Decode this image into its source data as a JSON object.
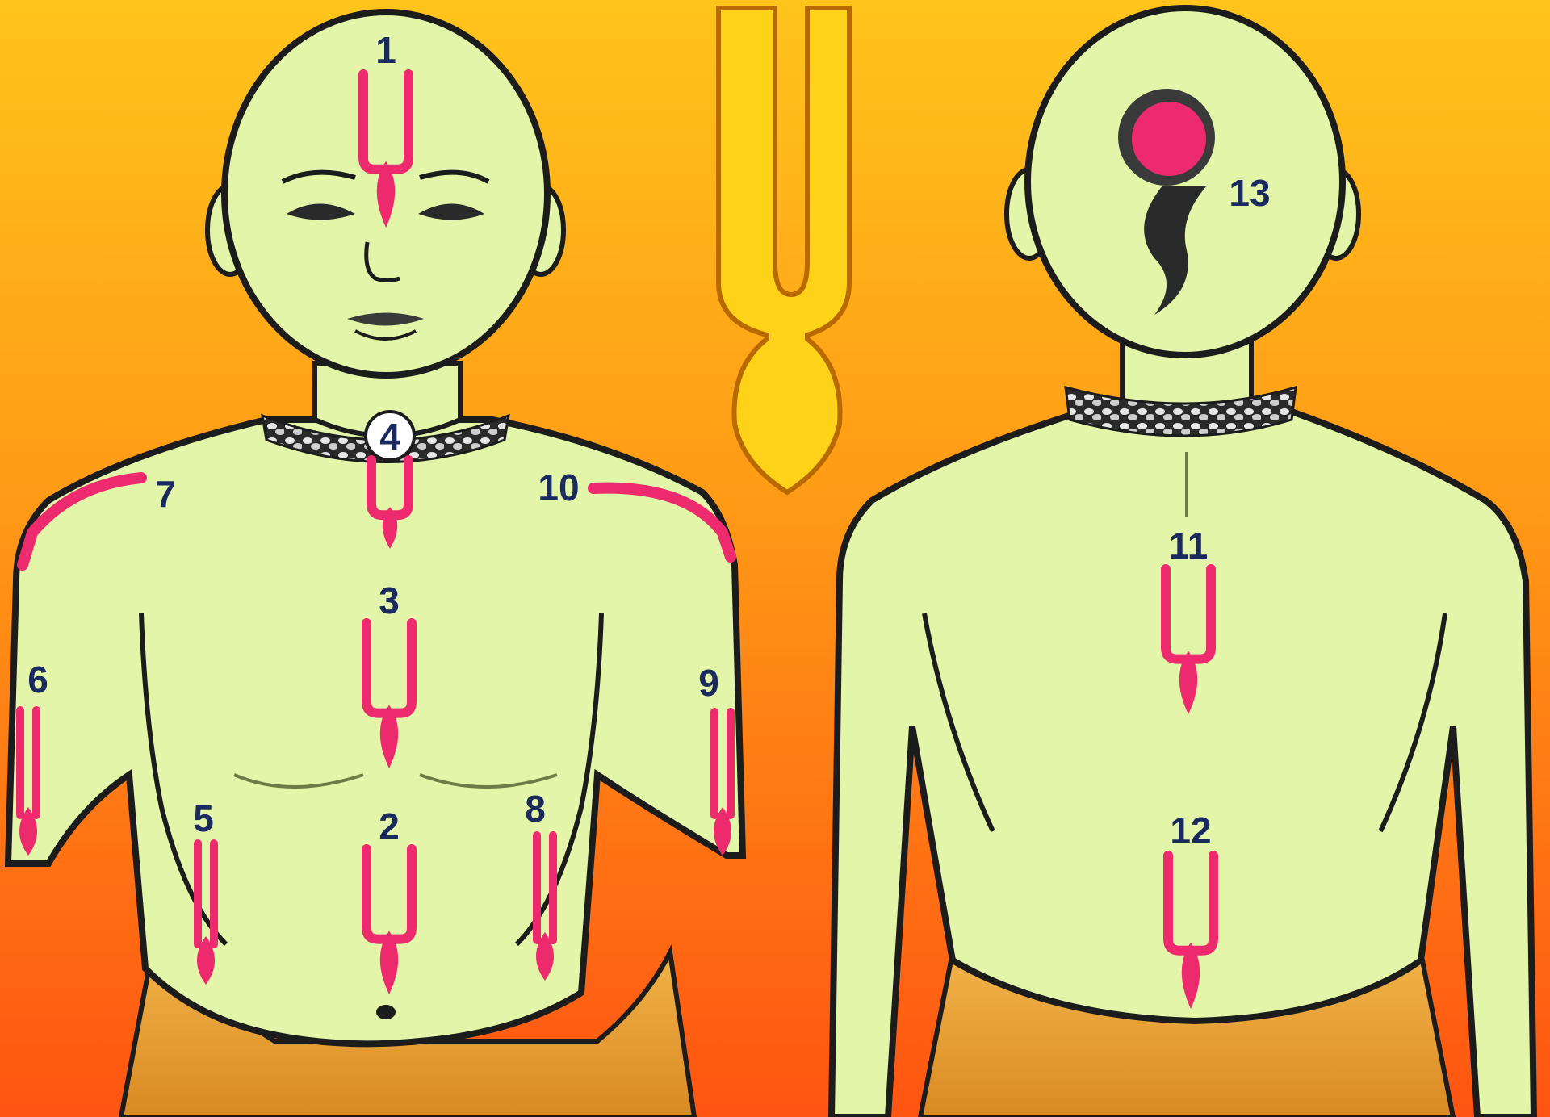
{
  "diagram": {
    "figures": [
      "front-view",
      "back-view"
    ],
    "markers": [
      "1",
      "2",
      "3",
      "4",
      "5",
      "6",
      "7",
      "8",
      "9",
      "10",
      "11",
      "12",
      "13"
    ]
  },
  "colors": {
    "background_top": "#ffc21a",
    "background_bottom": "#ff5a12",
    "skin": "#e3f5a8",
    "outline": "#1c1c1c",
    "tilak_mark": "#ee2a6e",
    "tilak_symbol": "#ffd21a",
    "dhoti": "#e9a13a",
    "necklace": "#dcdcdc",
    "label": "#1a2a5e"
  }
}
